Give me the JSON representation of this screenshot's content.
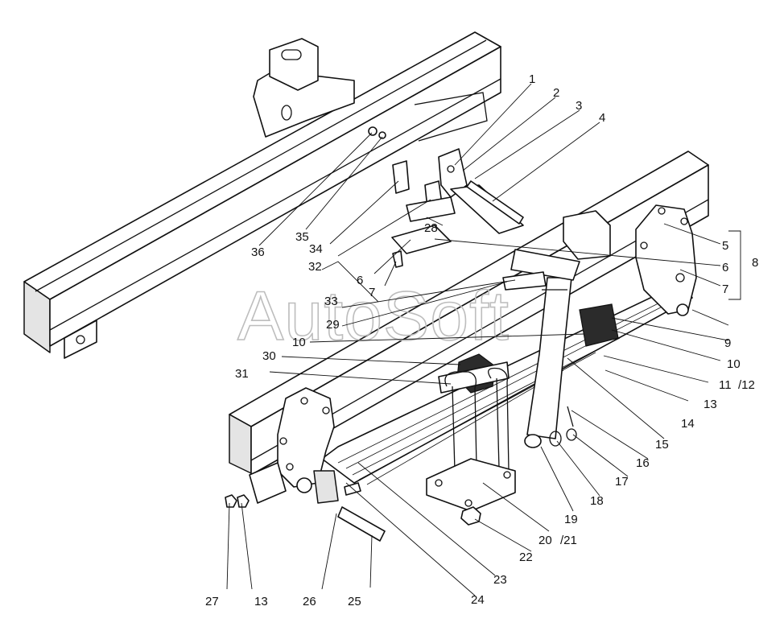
{
  "watermark": "AutoSoft",
  "labels": {
    "l1": "1",
    "l2": "2",
    "l3": "3",
    "l4": "4",
    "l5": "5",
    "l6a": "6",
    "l6b": "6",
    "l7a": "7",
    "l7b": "7",
    "l8": "8",
    "l9": "9",
    "l10a": "10",
    "l10b": "10",
    "l11": "11",
    "l12": "/12",
    "l13a": "13",
    "l13b": "13",
    "l14": "14",
    "l15": "15",
    "l16": "16",
    "l17": "17",
    "l18": "18",
    "l19": "19",
    "l20": "20",
    "l21": "/21",
    "l22": "22",
    "l23": "23",
    "l24": "24",
    "l25": "25",
    "l26": "26",
    "l27": "27",
    "l28": "28",
    "l29": "29",
    "l30": "30",
    "l31": "31",
    "l32": "32",
    "l33": "33",
    "l34": "34",
    "l35": "35",
    "l36": "36"
  }
}
